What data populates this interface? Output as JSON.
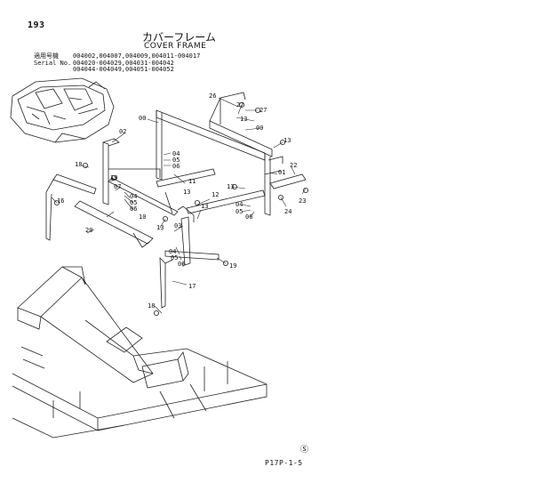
{
  "page_number": "193",
  "title_jp": "カバーフレーム",
  "title_en": "COVER FRAME",
  "applicability": [
    {
      "label": "適用号機",
      "value": "004002,004007,004009,004011-004017"
    },
    {
      "label": "Serial No.",
      "value": "004020-004029,004031-004042"
    },
    {
      "label": "",
      "value": "004044-004049,004051-004052"
    }
  ],
  "callouts": {
    "c26": "26",
    "c27a": "27",
    "c27b": "27",
    "c13a": "13",
    "c00": "00",
    "c09": "09",
    "c13b": "13",
    "c02": "02",
    "c04a": "04",
    "c05a": "05",
    "c06a": "06",
    "c18a": "18",
    "c01": "01",
    "c22": "22",
    "c19a": "19",
    "c07": "07",
    "c11": "11",
    "c13c": "13",
    "c04b": "04",
    "c05b": "05",
    "c06b": "06",
    "c16": "16",
    "c10": "10",
    "c12": "12",
    "c23": "23",
    "c13d": "13",
    "c04c": "04",
    "c05c": "05",
    "c06c": "06",
    "c24": "24",
    "c20": "20",
    "c13e": "13",
    "c03": "03",
    "c13f": "13",
    "c04d": "04",
    "c05d": "05",
    "c06d": "06",
    "c19b": "19",
    "c17": "17",
    "c18b": "18"
  },
  "copyright": "Ⓢ",
  "drawing_code": "P17P-1-5"
}
